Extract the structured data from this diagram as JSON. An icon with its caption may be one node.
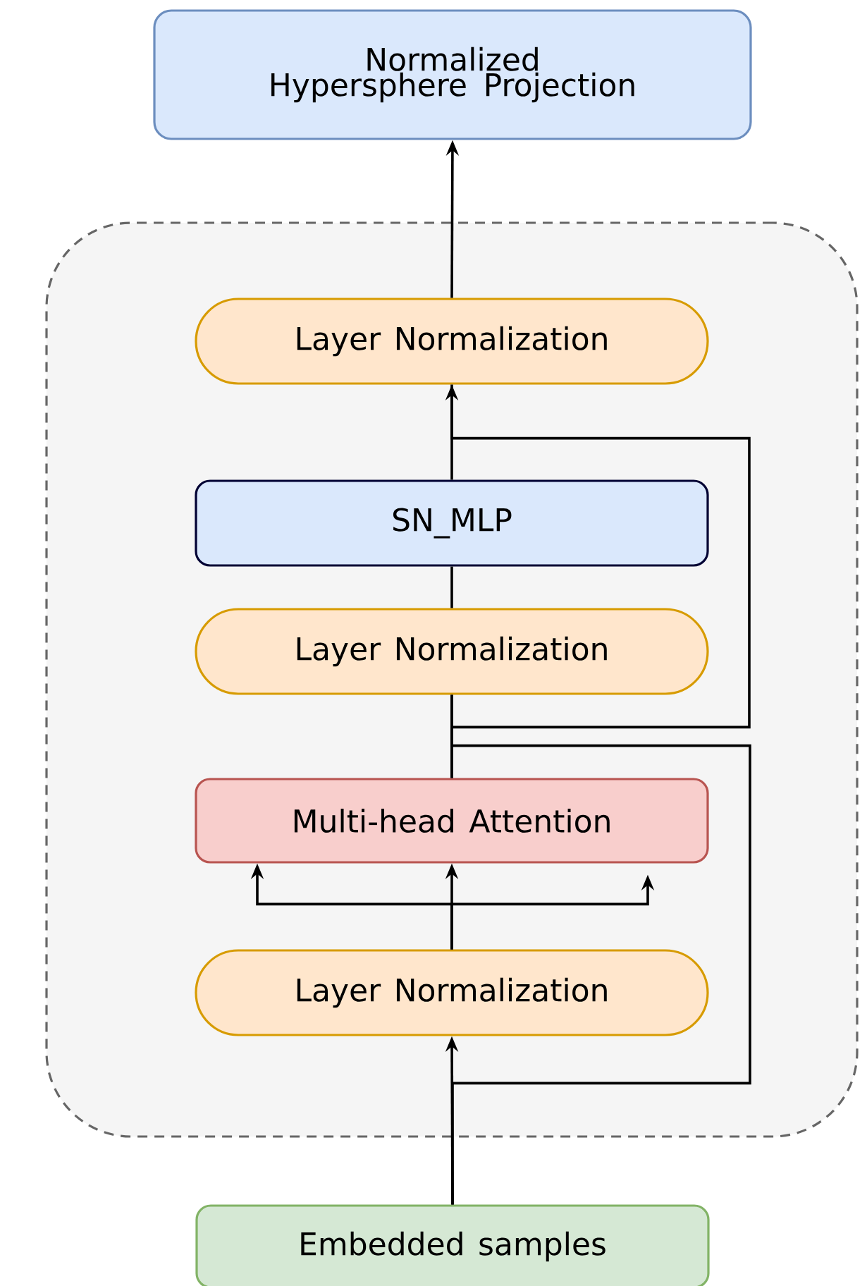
{
  "diagram": {
    "nodes": [
      {
        "text": [
          "Normalized Hypersphere Projection"
        ]
      },
      {
        "text": [],
        "shape": "box"
      },
      {
        "text": [
          "Layer Normalization"
        ],
        "in": 1
      },
      {
        "text": [
          "SN_MLP"
        ],
        "in": 1
      },
      {
        "text": [
          "Layer Normalization"
        ],
        "in": 1
      },
      {
        "text": [
          "Multi-head Attention"
        ],
        "in": 1
      },
      {
        "text": [
          "Layer Normalization"
        ],
        "in": 1
      },
      {
        "text": [
          "Embedded samples"
        ]
      }
    ],
    "edges": [
      {
        "from": 2,
        "to": 0,
        "arrow": "to"
      },
      {
        "from": 3,
        "to": 2,
        "arrow": "to"
      },
      {
        "from": 4,
        "to": 3,
        "arrow": "none"
      },
      {
        "from": 5,
        "to": 4,
        "arrow": "none"
      },
      {
        "from": 6,
        "to": 5,
        "arrow": "to"
      },
      {
        "from": 6,
        "to": 5,
        "arrow": "to"
      },
      {
        "from": 6,
        "to": 5,
        "arrow": "to"
      },
      {
        "from": 7,
        "to": 6,
        "arrow": "to"
      },
      {
        "from": 7,
        "to": 4,
        "arrow": "none"
      },
      {
        "from": 5,
        "to": 2,
        "arrow": "none"
      }
    ]
  }
}
